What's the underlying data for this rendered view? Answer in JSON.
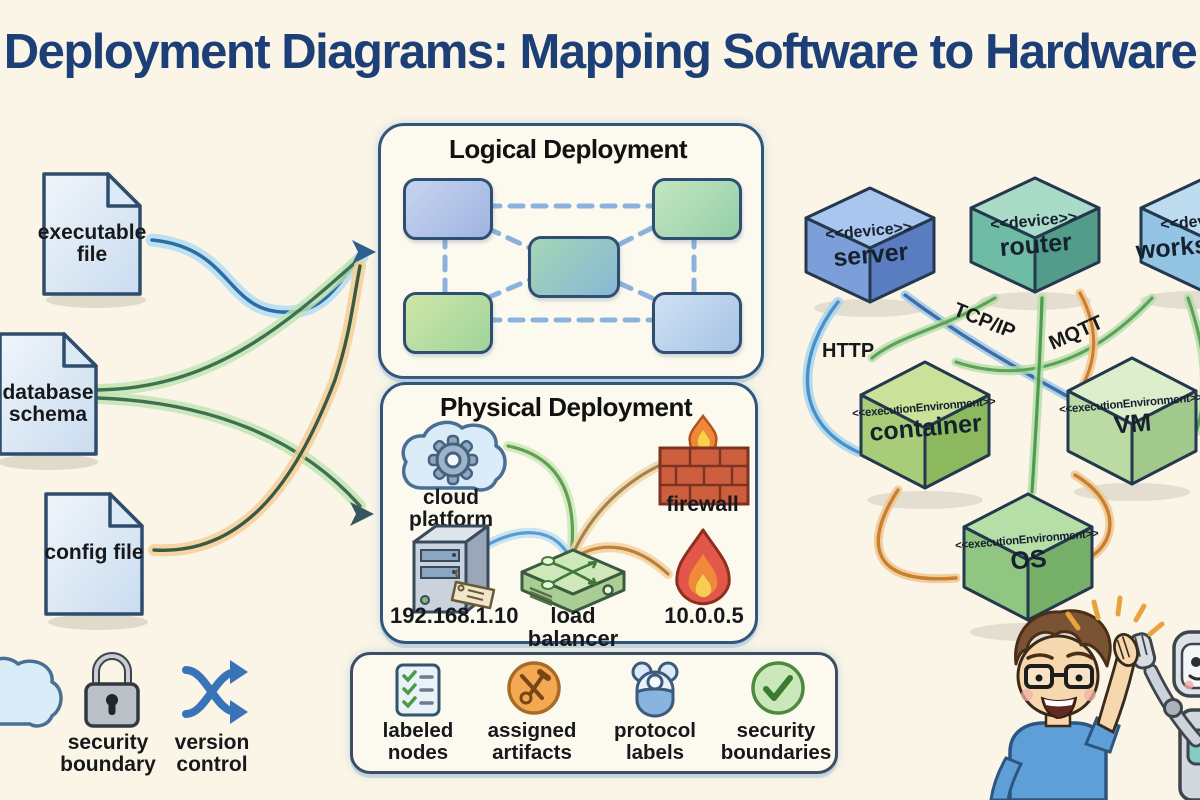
{
  "title": "Deployment Diagrams: Mapping Software to Hardware",
  "artifacts": {
    "executable": "executable file",
    "database": "database schema",
    "config": "config file"
  },
  "logical_panel": {
    "title": "Logical Deployment"
  },
  "physical_panel": {
    "title": "Physical Deployment",
    "items": {
      "cloud": "cloud platform",
      "firewall": "firewall",
      "server_ip": "192.168.1.10",
      "load_balancer": "load balancer",
      "firewall_ip": "10.0.0.5"
    }
  },
  "nodes": {
    "server": {
      "stereotype": "<<device>>",
      "name": "server"
    },
    "router": {
      "stereotype": "<<device>>",
      "name": "router"
    },
    "workstation": {
      "stereotype": "<<device>>",
      "name": "workstation"
    },
    "container": {
      "stereotype": "<<executionEnvironment>>",
      "name": "container"
    },
    "vm": {
      "stereotype": "<<executionEnvironment>>",
      "name": "VM"
    },
    "os": {
      "stereotype": "<<executionEnvironment>>",
      "name": "OS"
    }
  },
  "protocols": {
    "http": "HTTP",
    "tcpip": "TCP/IP",
    "mqtt": "MQTT"
  },
  "concepts": {
    "security_boundary": "security boundary",
    "version_control": "version control"
  },
  "legend": {
    "items": [
      {
        "icon": "checklist-icon",
        "label": "labeled nodes"
      },
      {
        "icon": "tools-icon",
        "label": "assigned artifacts"
      },
      {
        "icon": "protocol-blob-icon",
        "label": "protocol labels"
      },
      {
        "icon": "check-circle-icon",
        "label": "security boundaries"
      }
    ]
  },
  "colors": {
    "background": "#faf5e6",
    "title": "#1c3f77",
    "line_blue": "#4a90c8",
    "line_green": "#5da25a",
    "line_orange": "#d8913f",
    "panel_border": "#31567c"
  }
}
